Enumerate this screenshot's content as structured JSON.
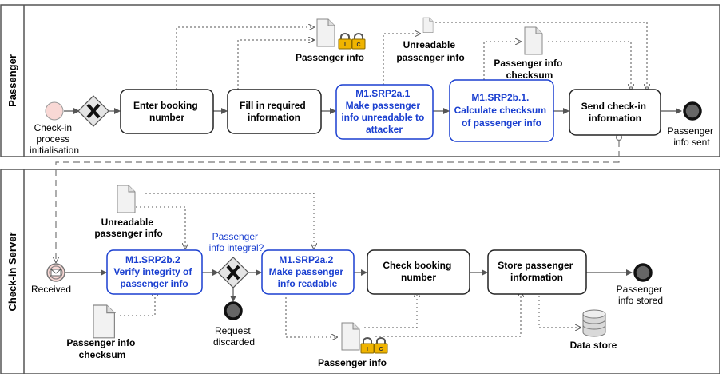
{
  "colors": {
    "security": "#1a3fd0",
    "start_fill": "#f9d8d5",
    "lock": "#f0b400"
  },
  "lanes": {
    "passenger": "Passenger",
    "server": "Check-in Server"
  },
  "passenger": {
    "start_label": [
      "Check-in",
      "process",
      "initialisation"
    ],
    "enter_booking": [
      "Enter booking",
      "number"
    ],
    "fill_info": [
      "Fill in required",
      "information"
    ],
    "srp2a1": [
      "M1.SRP2a.1",
      "Make passenger",
      "info unreadable to",
      "attacker"
    ],
    "srp2b1": [
      "M1.SRP2b.1.",
      "Calculate checksum",
      "of passenger info"
    ],
    "send_checkin": [
      "Send check-in",
      "information"
    ],
    "end_label": [
      "Passenger",
      "info sent"
    ],
    "data_passenger_info": "Passenger info",
    "data_unreadable": [
      "Unreadable",
      "passenger info"
    ],
    "data_checksum": [
      "Passenger info",
      "checksum"
    ]
  },
  "server": {
    "received_label": "Received",
    "srp2b2": [
      "M1.SRP2b.2",
      "Verify integrity of",
      "passenger info"
    ],
    "gateway_question": [
      "Passenger",
      "info integral?"
    ],
    "srp2a2": [
      "M1.SRP2a.2",
      "Make passenger",
      "info readable"
    ],
    "check_booking": [
      "Check booking",
      "number"
    ],
    "store_info": [
      "Store passenger",
      "information"
    ],
    "end_label": [
      "Passenger",
      "info stored"
    ],
    "discard_label": [
      "Request",
      "discarded"
    ],
    "data_unreadable": [
      "Unreadable",
      "passenger info"
    ],
    "data_checksum": [
      "Passenger info",
      "checksum"
    ],
    "data_passenger_info": "Passenger info",
    "data_store": "Data store"
  },
  "lock_letters": [
    "I",
    "C"
  ]
}
